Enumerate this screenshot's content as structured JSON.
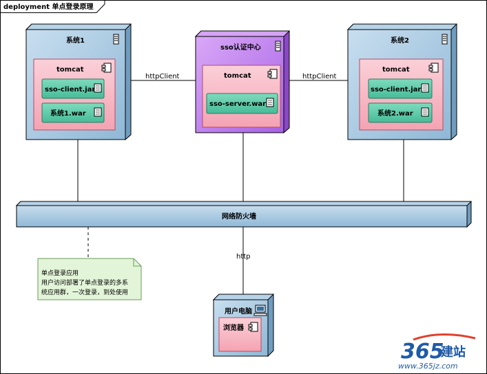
{
  "frame": {
    "title": "deployment 单点登录原理"
  },
  "nodes": {
    "system1": {
      "title": "系统1",
      "container": "tomcat",
      "artifacts": [
        "sso-client.jar",
        "系统1.war"
      ]
    },
    "sso_center": {
      "title": "sso认证中心",
      "container": "tomcat",
      "artifacts": [
        "sso-server.war"
      ]
    },
    "system2": {
      "title": "系统2",
      "container": "tomcat",
      "artifacts": [
        "sso-client.jar",
        "系统2.war"
      ]
    },
    "firewall": {
      "title": "网络防火墙"
    },
    "user_pc": {
      "title": "用户电脑",
      "component": "浏览器"
    }
  },
  "connectors": {
    "left_link": "httpClient",
    "right_link": "httpClient",
    "user_link": "http"
  },
  "note": {
    "lines": [
      "单点登录应用",
      "用户访问部署了单点登录的多系",
      "统应用群，一次登录，到处使用"
    ]
  },
  "watermark": {
    "brand": "365建站",
    "url": "www.365jz.com"
  },
  "colors": {
    "node_blue": "#a9cbe3",
    "node_purple": "#c387f0",
    "container_pink": "#f7b6c2",
    "artifact_green": "#5ec9a8",
    "note_green": "#e3f5d8"
  }
}
